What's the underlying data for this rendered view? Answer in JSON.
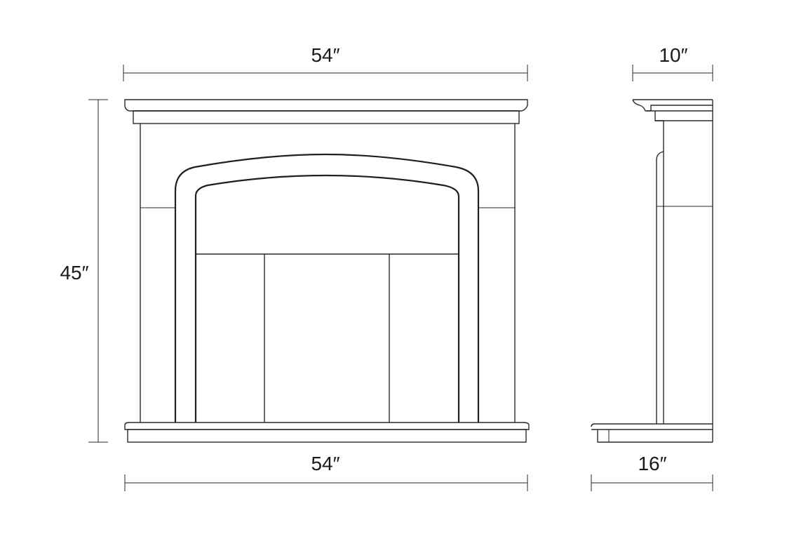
{
  "dimensions": {
    "front_top_width": "54″",
    "front_height": "45″",
    "front_bottom_width": "54″",
    "side_top_depth": "10″",
    "side_bottom_depth": "16″"
  }
}
